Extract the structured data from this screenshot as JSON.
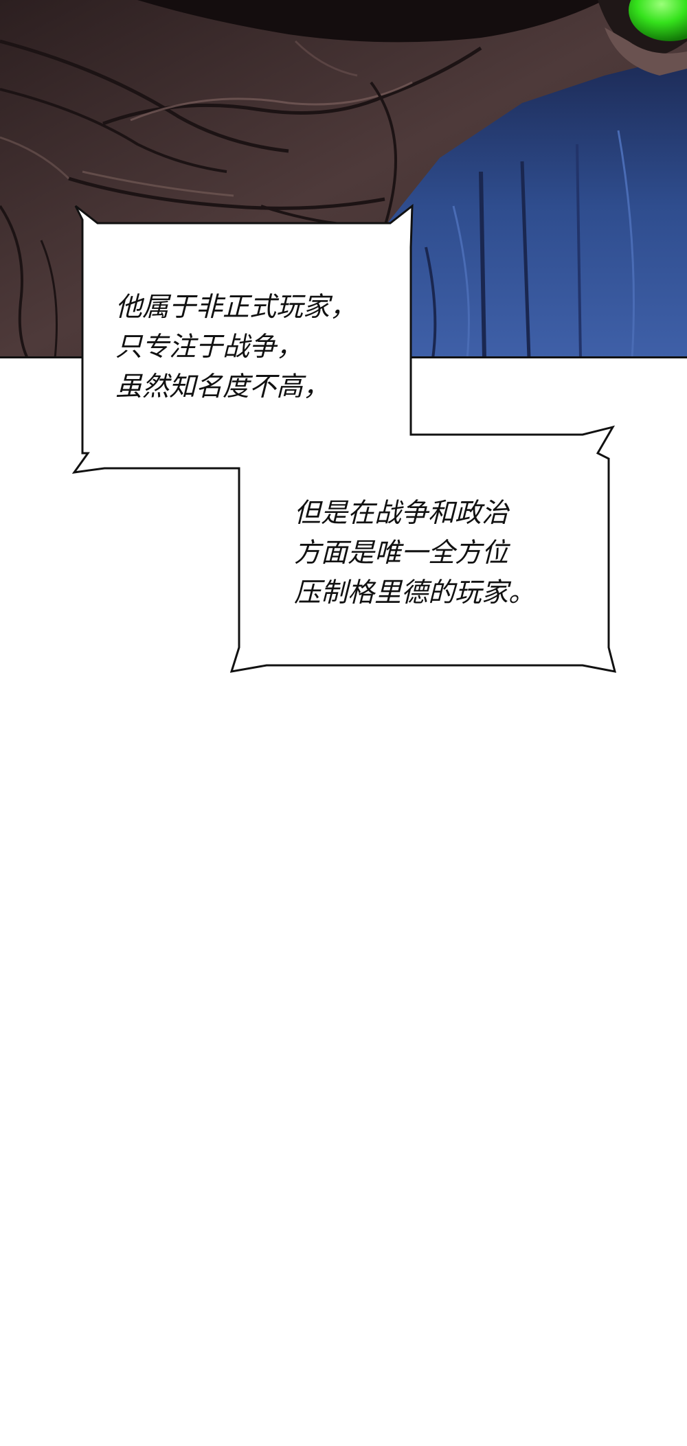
{
  "panel": {
    "palette": {
      "cloak_dark": "#3a2a2a",
      "cloak_mid": "#4e3a3a",
      "cloak_light": "#6a5250",
      "armor_blue": "#2f4d8e",
      "armor_blue_light": "#4a6cb5",
      "armor_shadow": "#1c2a55",
      "gem_green": "#35e21c"
    }
  },
  "captions": [
    {
      "lines": [
        "他属于非正式玩家，",
        "只专注于战争，",
        "虽然知名度不高，"
      ]
    },
    {
      "lines": [
        "但是在战争和政治",
        "方面是唯一全方位",
        "压制格里德的玩家。"
      ]
    }
  ]
}
